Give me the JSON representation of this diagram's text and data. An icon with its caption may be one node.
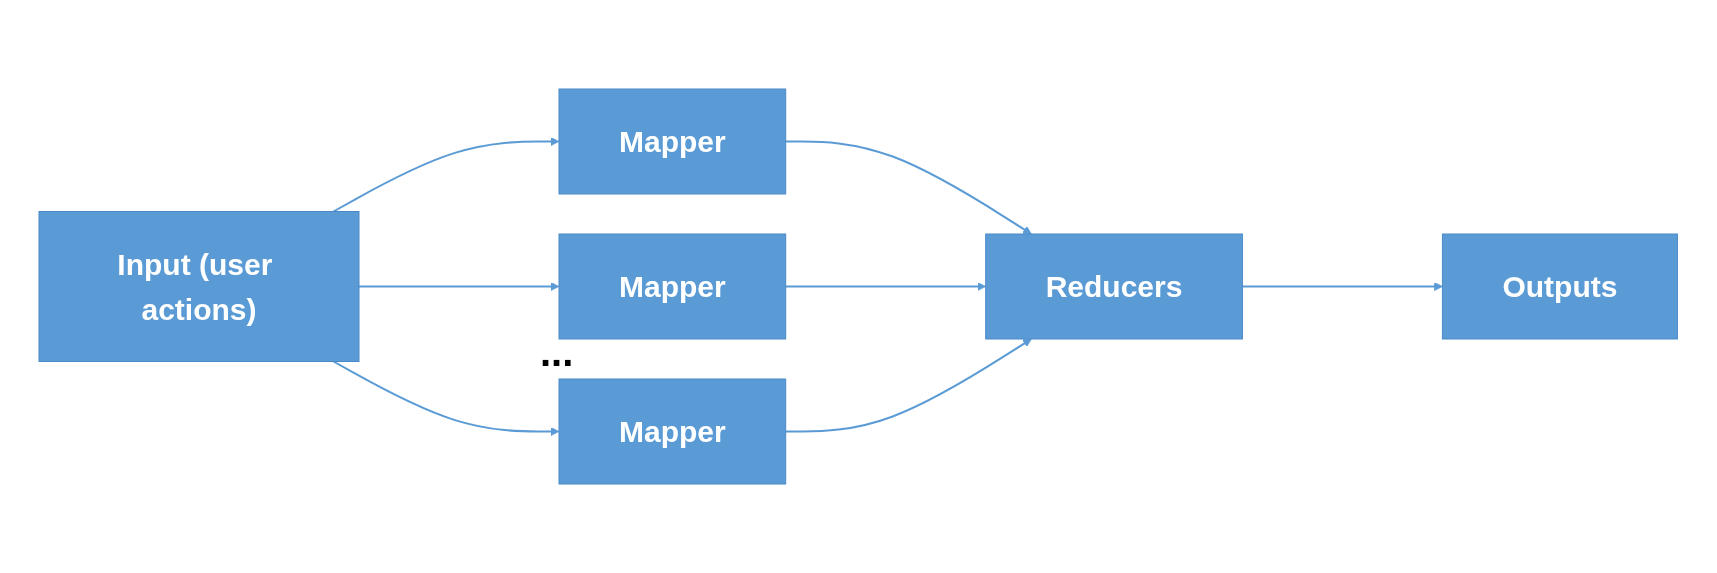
{
  "diagram": {
    "nodes": [
      {
        "text": [
          "Input (user actions)"
        ]
      },
      {
        "text": [
          "Mapper"
        ]
      },
      {
        "text": [
          "Mapper"
        ]
      },
      {
        "text": [
          "Mapper"
        ]
      },
      {
        "text": [
          "Reducers"
        ]
      },
      {
        "text": [
          "Outputs"
        ]
      }
    ],
    "edges": [
      {
        "from": 0,
        "to": 1,
        "arrow": "to"
      },
      {
        "from": 0,
        "to": 2,
        "arrow": "to"
      },
      {
        "from": 0,
        "to": 3,
        "arrow": "to"
      },
      {
        "from": 1,
        "to": 4,
        "arrow": "to"
      },
      {
        "from": 2,
        "to": 4,
        "arrow": "to"
      },
      {
        "from": 3,
        "to": 4,
        "arrow": "to"
      },
      {
        "from": 4,
        "to": 5,
        "arrow": "to"
      }
    ],
    "labels": [
      "..."
    ]
  }
}
